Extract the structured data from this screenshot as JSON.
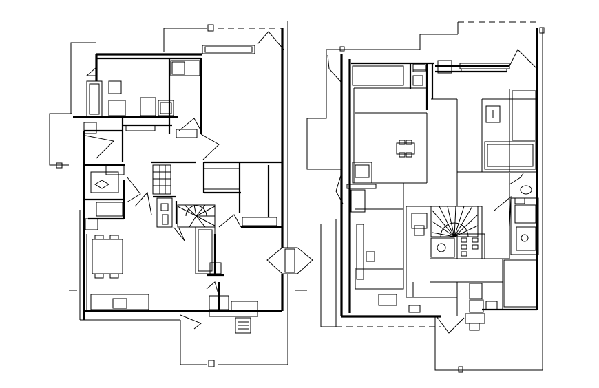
{
  "drawing": {
    "kind": "architectural floor plan",
    "sheets": [
      "ground-floor-plan",
      "upper-floor-plan"
    ],
    "line_color": "#000000",
    "background": "#ffffff",
    "visible_text": []
  }
}
